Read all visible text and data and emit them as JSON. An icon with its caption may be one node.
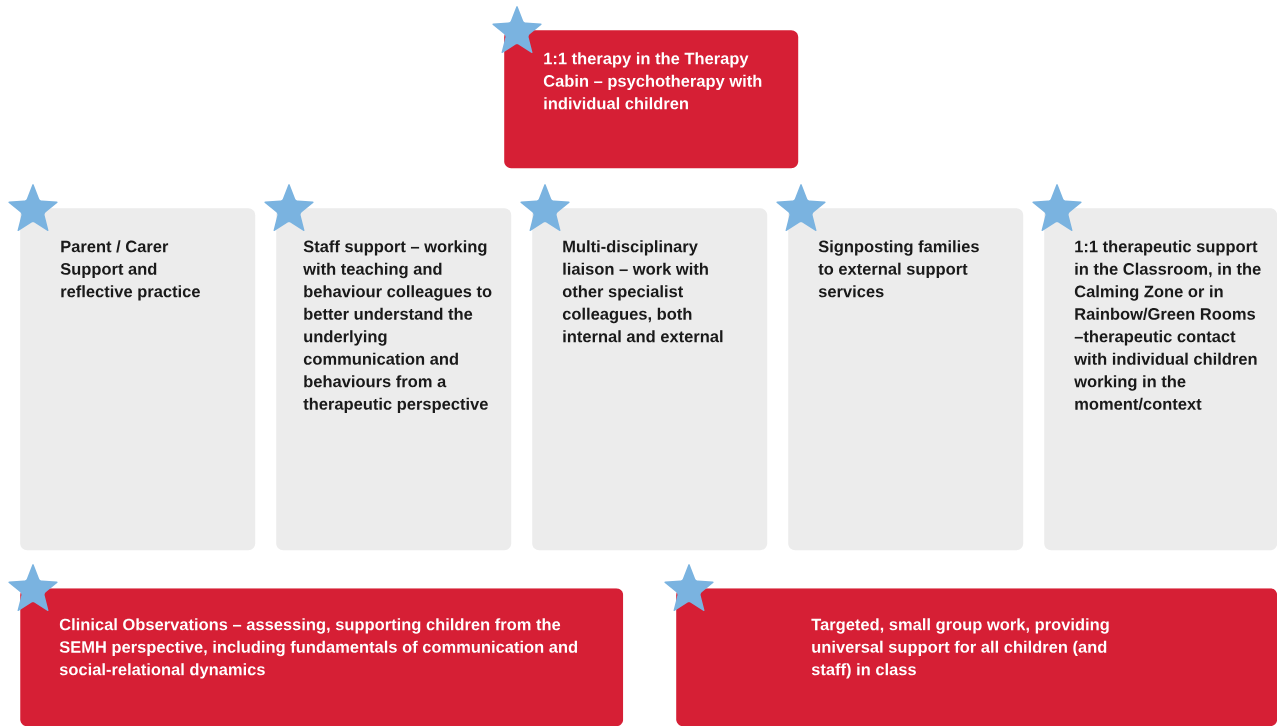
{
  "diagram": {
    "nodes": [
      {
        "text": [
          "1:1 therapy in the Therapy Cabin – psychotherapy with individual children"
        ]
      },
      {
        "text": [
          "Parent / Carer Support and reflective practice"
        ]
      },
      {
        "text": [
          "Staff support – working with teaching and behaviour colleagues to better understand the underlying communication and behaviours from a therapeutic perspective"
        ]
      },
      {
        "text": [
          "Multi-disciplinary liaison – work with other specialist colleagues, both internal and external"
        ]
      },
      {
        "text": [
          "Signposting families to external support services"
        ]
      },
      {
        "text": [
          "1:1 therapeutic support in the Classroom, in the Calming Zone or in Rainbow/Green Rooms –therapeutic contact with individual children working in the moment/context"
        ]
      },
      {
        "text": [
          "Clinical Observations – assessing, supporting children from the SEMH perspective, including fundamentals of communication and social-relational dynamics"
        ]
      },
      {
        "text": [
          "Targeted, small group work, providing universal support for all children (and staff) in class"
        ]
      }
    ]
  }
}
